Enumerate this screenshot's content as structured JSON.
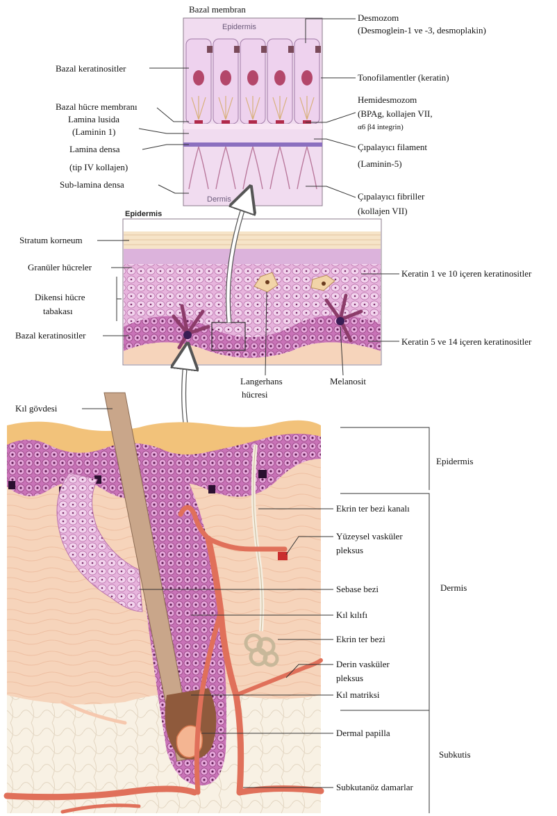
{
  "colors": {
    "epidermis_pink": "#d98cc8",
    "dermis_beige": "#f6d4bb",
    "cornified_yellow": "#f2c27a",
    "vessel_red": "#e0705a",
    "subcutis_cream": "#f7f0e2",
    "hair_brown": "#c9a68a",
    "panel_lilac": "#f1dcf0"
  },
  "top_panel": {
    "inner_top": "Epidermis",
    "inner_bottom": "Dermis",
    "labels": [
      {
        "text": "Bazal membran"
      },
      {
        "text": "Desmozom"
      },
      {
        "text": "(Desmoglein-1 ve -3, desmoplakin)"
      },
      {
        "text": "Bazal keratinositler"
      },
      {
        "text": "Tonofilamentler (keratin)"
      },
      {
        "text": "Hemidesmozom"
      },
      {
        "text": "(BPAg, kollajen VII,"
      },
      {
        "text": "α6 β4 integrin)"
      },
      {
        "text": "Bazal hücre membranı"
      },
      {
        "text": "Lamina lusida"
      },
      {
        "text": "(Laminin 1)"
      },
      {
        "text": "Lamina densa"
      },
      {
        "text": "(tip IV kollajen)"
      },
      {
        "text": "Çıpalayıcı filament"
      },
      {
        "text": "(Laminin-5)"
      },
      {
        "text": "Sub-lamina densa"
      },
      {
        "text": "Çıpalayıcı fibriller"
      },
      {
        "text": "(kollajen VII)"
      }
    ]
  },
  "middle_panel": {
    "title": "Epidermis",
    "labels": [
      {
        "text": "Stratum korneum"
      },
      {
        "text": "Granüler hücreler"
      },
      {
        "text": "Dikensi hücre"
      },
      {
        "text": "tabakası"
      },
      {
        "text": "Bazal keratinositler"
      },
      {
        "text": "Keratin 1 ve 10 içeren keratinositler"
      },
      {
        "text": "Keratin 5 ve 14 içeren keratinositler"
      },
      {
        "text": "Langerhans"
      },
      {
        "text": "hücresi"
      },
      {
        "text": "Melanosit"
      }
    ]
  },
  "bottom_panel": {
    "labels": [
      {
        "text": "Kıl gövdesi"
      },
      {
        "text": "Ekrin ter bezi kanalı"
      },
      {
        "text": "Yüzeysel vasküler"
      },
      {
        "text": "pleksus"
      },
      {
        "text": "Sebase bezi"
      },
      {
        "text": "Kıl kılıfı"
      },
      {
        "text": "Ekrin ter bezi"
      },
      {
        "text": "Derin vasküler"
      },
      {
        "text": "pleksus"
      },
      {
        "text": "Kıl matriksi"
      },
      {
        "text": "Dermal papilla"
      },
      {
        "text": "Subkutanöz damarlar"
      }
    ],
    "regions": [
      {
        "text": "Epidermis"
      },
      {
        "text": "Dermis"
      },
      {
        "text": "Subkutis"
      }
    ]
  }
}
